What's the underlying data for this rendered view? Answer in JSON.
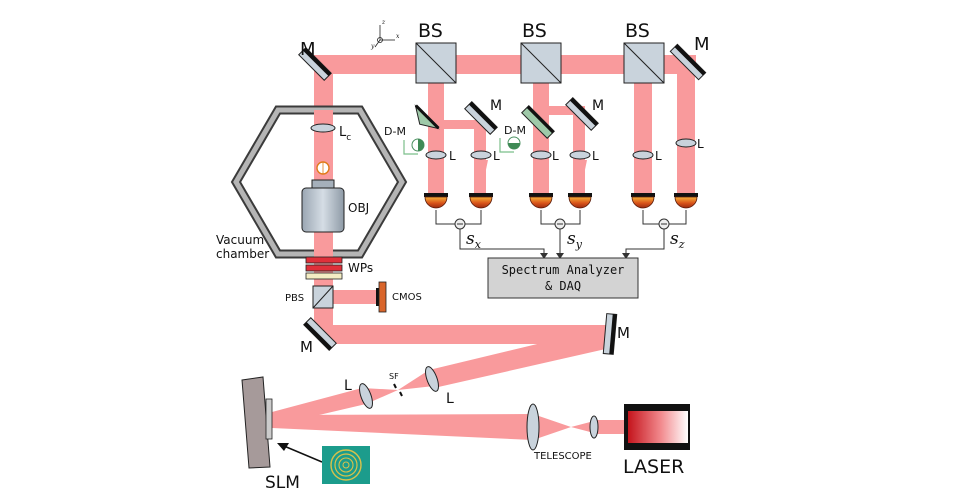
{
  "labels": {
    "bs": "BS",
    "mirror": "M",
    "lens": "L",
    "lens_c_main": "L",
    "lens_c_sub": "c",
    "dmirror": "D-M",
    "objective": "OBJ",
    "vacuum_line1": "Vacuum",
    "vacuum_line2": "chamber",
    "wps": "WPs",
    "pbs": "PBS",
    "cmos": "CMOS",
    "sf": "SF",
    "slm": "SLM",
    "telescope": "TELESCOPE",
    "laser": "LASER",
    "analyzer_line1": "Spectrum Analyzer",
    "analyzer_line2": "& DAQ",
    "signals": [
      {
        "main": "s",
        "sub": "x"
      },
      {
        "main": "s",
        "sub": "y"
      },
      {
        "main": "s",
        "sub": "z"
      }
    ],
    "axes": {
      "z": "z",
      "x": "x",
      "y": "y"
    }
  },
  "colors": {
    "beam": "#f99a9c",
    "optic_glass": "#c9d3dc",
    "wp_red": "#e0303a",
    "wp_cream": "#f4edc4",
    "cmos": "#d9652b",
    "detector_dome": "#c04a18",
    "hologram": "#1c9c8c",
    "analyzer_box": "#d3d3d3",
    "slm_body": "#a69a9a"
  },
  "icons": [
    "axes-icon",
    "hologram-icon",
    "laser-icon",
    "photodiode-icon",
    "balance-icon",
    "focus-ring-icon",
    "quadrant-icon"
  ]
}
